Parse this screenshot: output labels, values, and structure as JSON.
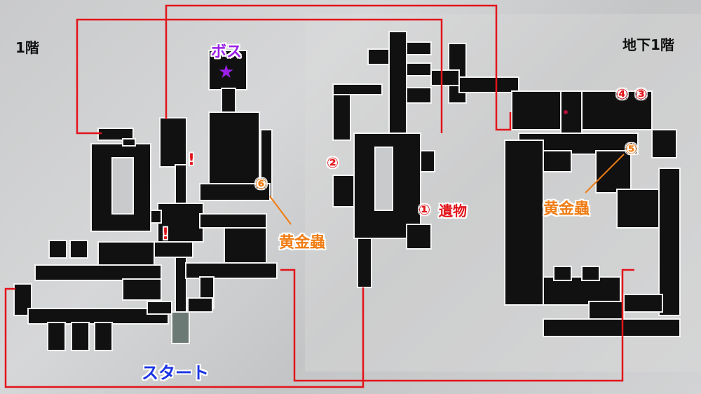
{
  "floors": {
    "first": "1階",
    "basement": "地下1階"
  },
  "markers": {
    "boss_label": "ボス",
    "boss_star": "★",
    "start_label": "スタート",
    "alert_1": "!",
    "alert_2": "!",
    "num_1": "①",
    "relic_label": "遺物",
    "num_2": "②",
    "num_3": "③",
    "num_4": "④",
    "num_5": "⑤",
    "num_6": "⑥",
    "golden_bug_left": "黄金蟲",
    "golden_bug_right": "黄金蟲"
  },
  "colors": {
    "route": "#e3141b",
    "boss": "#9b1fe8",
    "start": "#1a33e6",
    "item": "#f07c12"
  }
}
